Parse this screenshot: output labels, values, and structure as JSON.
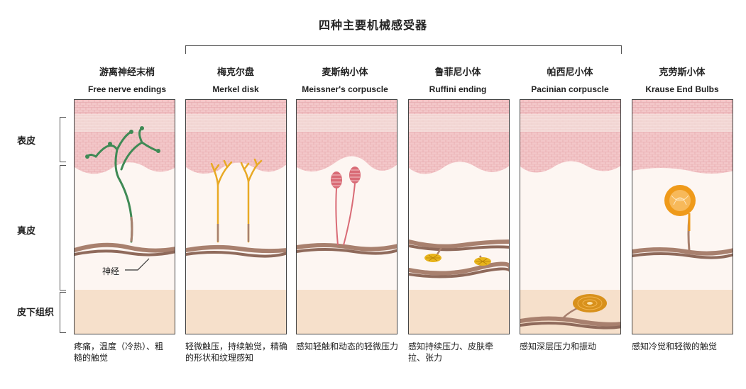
{
  "title": "四种主要机械感受器",
  "layers": {
    "epidermis": "表皮",
    "dermis": "真皮",
    "subcutaneous": "皮下组织"
  },
  "nerve_label": "神经",
  "columns": [
    {
      "zh": "游离神经末梢",
      "en": "Free nerve endings",
      "desc": "疼痛，温度（冷热）、粗糙的触觉"
    },
    {
      "zh": "梅克尔盘",
      "en": "Merkel disk",
      "desc": "轻微触压，持续触觉，精确的形状和纹理感知"
    },
    {
      "zh": "麦斯纳小体",
      "en": "Meissner's corpuscle",
      "desc": "感知轻触和动态的轻微压力"
    },
    {
      "zh": "鲁菲尼小体",
      "en": "Ruffini ending",
      "desc": "感知持续压力、皮肤牵拉、张力"
    },
    {
      "zh": "帕西尼小体",
      "en": "Pacinian corpuscle",
      "desc": "感知深层压力和振动"
    },
    {
      "zh": "克劳斯小体",
      "en": "Krause End Bulbs",
      "desc": "感知冷觉和轻微的触觉"
    }
  ],
  "colors": {
    "epidermis": "#f3c7c9",
    "dermis": "#fdf6f2",
    "subcutaneous": "#f6e0cb",
    "nerve": "#a8806e",
    "free_nerve": "#3f8a55",
    "merkel": "#e8a925",
    "meissner": "#d96b76",
    "ruffini": "#e8b41c",
    "pacinian": "#d8911c",
    "krause": "#ef9a1a"
  }
}
